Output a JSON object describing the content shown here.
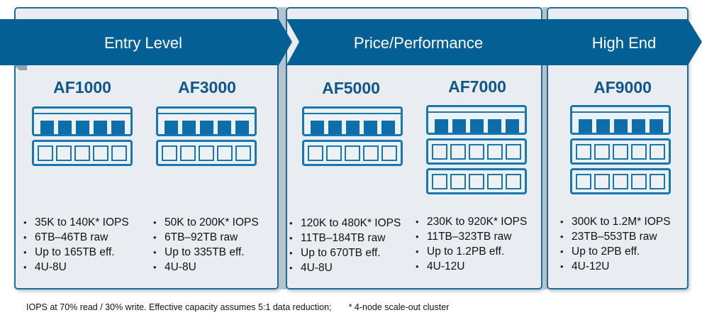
{
  "tiers": [
    {
      "label": "Entry Level"
    },
    {
      "label": "Price/Performance"
    },
    {
      "label": "High End"
    }
  ],
  "models": [
    {
      "name": "AF1000",
      "shelves": 1,
      "specs": [
        "35K to 140K* IOPS",
        "6TB–46TB raw",
        "Up to 165TB eff.",
        "4U-8U"
      ]
    },
    {
      "name": "AF3000",
      "shelves": 1,
      "specs": [
        "50K to 200K* IOPS",
        "6TB–92TB raw",
        "Up to 335TB eff.",
        "4U-8U"
      ]
    },
    {
      "name": "AF5000",
      "shelves": 1,
      "specs": [
        "120K to 480K* IOPS",
        "11TB–184TB raw",
        "Up to 670TB eff.",
        "4U-8U"
      ]
    },
    {
      "name": "AF7000",
      "shelves": 2,
      "specs": [
        "230K to 920K* IOPS",
        "11TB–323TB raw",
        "Up to 1.2PB eff.",
        "4U-12U"
      ]
    },
    {
      "name": "AF9000",
      "shelves": 2,
      "specs": [
        "300K to 1.2M* IOPS",
        "23TB–553TB raw",
        "Up to 2PB eff.",
        "4U-12U"
      ]
    }
  ],
  "footnote": {
    "main": "IOPS at 70% read / 30% write. Effective capacity assumes 5:1 data reduction;",
    "asterisk": "* 4-node scale-out cluster"
  },
  "colors": {
    "banner": "#045f94",
    "title": "#0e5787",
    "device_stroke": "#1877ae",
    "panel_bg": "#e9edf1"
  }
}
